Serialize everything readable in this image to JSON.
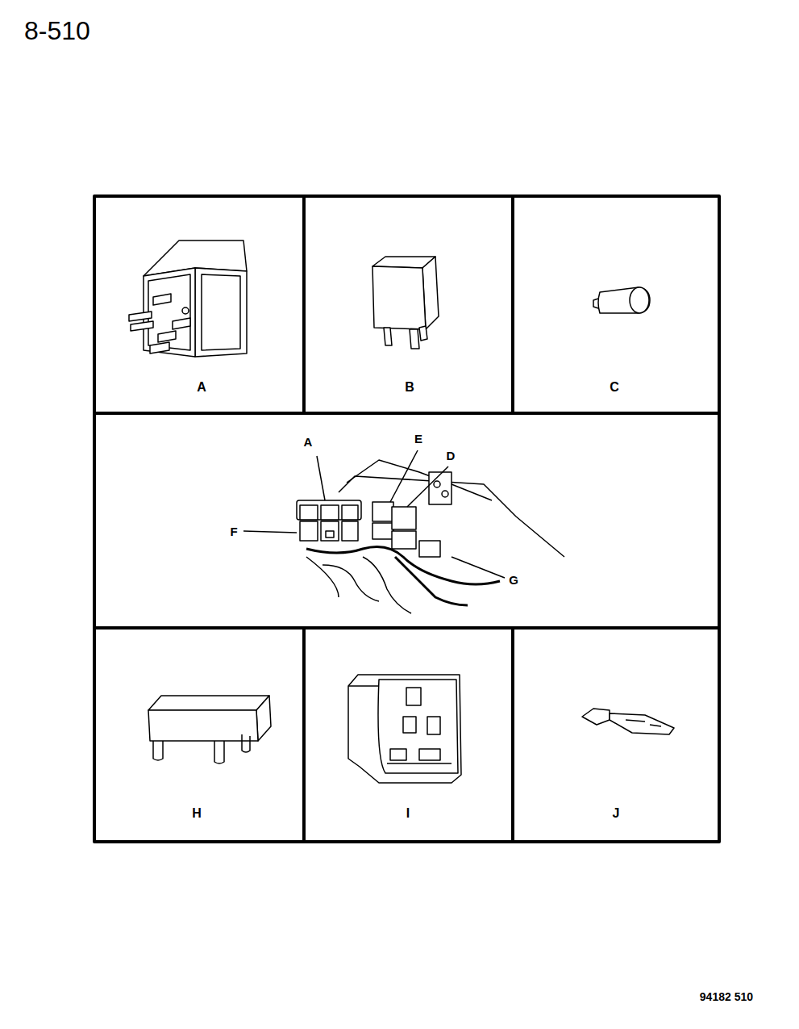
{
  "diagram": {
    "nodes": [
      {
        "text": [
          "A"
        ]
      },
      {
        "text": [
          "B"
        ]
      },
      {
        "text": [
          "C"
        ]
      },
      {
        "text": [
          "A",
          "E",
          "D",
          "F",
          "G"
        ]
      },
      {
        "text": [
          "H"
        ]
      },
      {
        "text": [
          "I"
        ]
      },
      {
        "text": [
          "J"
        ]
      }
    ],
    "labels": [
      "8-510",
      "94182 510"
    ]
  }
}
